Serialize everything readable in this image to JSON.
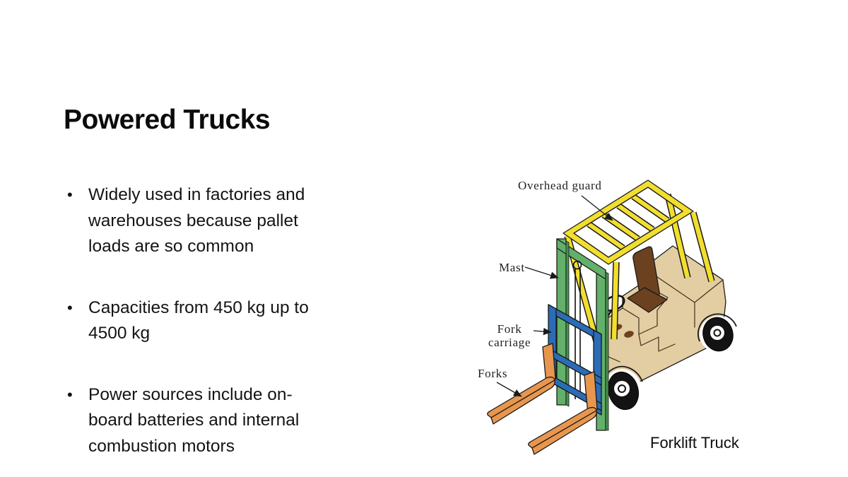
{
  "slide": {
    "title": "Powered Trucks",
    "bullet_glyph": "•",
    "bullets": [
      {
        "lines": [
          "Widely used in factories and",
          "warehouses because pallet",
          "loads are so common"
        ]
      },
      {
        "lines": [
          "Capacities from 450 kg up to",
          "4500 kg"
        ]
      },
      {
        "lines": [
          "Power sources include on-",
          "board batteries and internal",
          "combustion motors"
        ]
      }
    ]
  },
  "diagram": {
    "caption": "Forklift Truck",
    "labels": {
      "overhead_guard": "Overhead guard",
      "mast": "Mast",
      "fork_carriage_line1": "Fork",
      "fork_carriage_line2": "carriage",
      "forks": "Forks"
    },
    "colors": {
      "overhead_guard": "#F2DE2E",
      "mast": "#63B06A",
      "fork_carriage": "#2B6CB5",
      "forks": "#E8964E",
      "body": "#E3CDA2",
      "seat": "#6B4120",
      "tire": "#131313"
    }
  }
}
